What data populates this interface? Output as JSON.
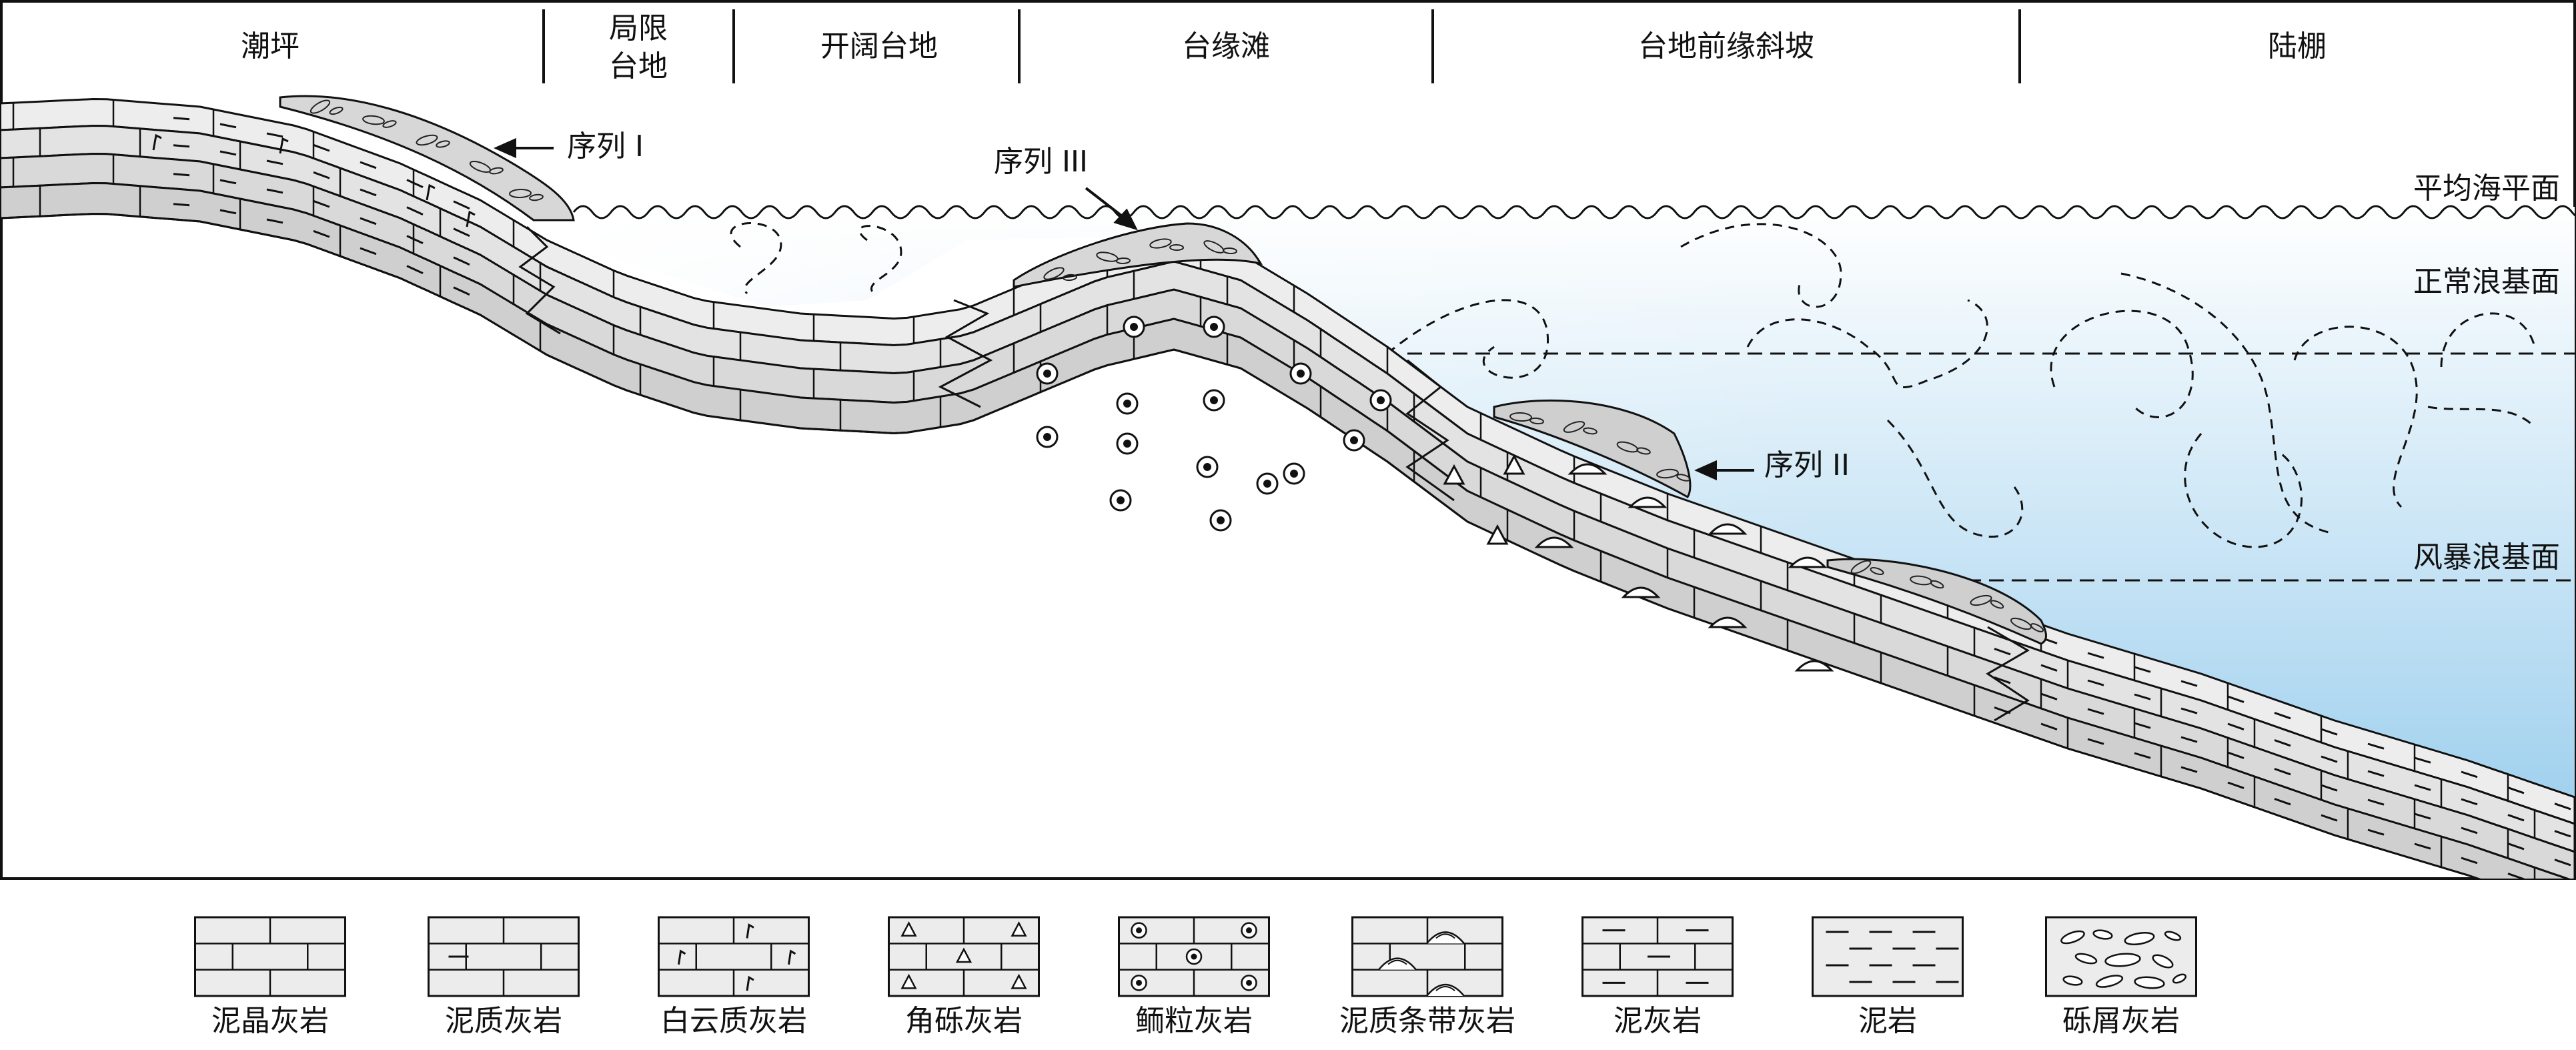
{
  "zones": [
    {
      "label": "潮坪"
    },
    {
      "label_line1": "局限",
      "label_line2": "台地"
    },
    {
      "label": "开阔台地"
    },
    {
      "label": "台缘滩"
    },
    {
      "label": "台地前缘斜坡"
    },
    {
      "label": "陆棚"
    }
  ],
  "levels": {
    "mean_sea_level": "平均海平面",
    "fair_weather_wave_base": "正常浪基面",
    "storm_wave_base": "风暴浪基面"
  },
  "sequences": {
    "seq1": "序列 I",
    "seq2": "序列 II",
    "seq3": "序列 III"
  },
  "legend": [
    {
      "label": "泥晶灰岩",
      "pattern": "micrite-limestone"
    },
    {
      "label": "泥质灰岩",
      "pattern": "argillaceous-limestone"
    },
    {
      "label": "白云质灰岩",
      "pattern": "dolomitic-limestone"
    },
    {
      "label": "角砾灰岩",
      "pattern": "breccia-limestone"
    },
    {
      "label": "鲕粒灰岩",
      "pattern": "oolitic-limestone"
    },
    {
      "label": "泥质条带灰岩",
      "pattern": "argillaceous-banded-limestone"
    },
    {
      "label": "泥灰岩",
      "pattern": "marl"
    },
    {
      "label": "泥岩",
      "pattern": "mudstone"
    },
    {
      "label": "砾屑灰岩",
      "pattern": "intraclast-limestone"
    }
  ],
  "colors": {
    "sea_top": "#ffffff",
    "sea_bottom": "#a7d4ef",
    "layer_light": "#ececec",
    "layer_mid": "#dcdcdc",
    "layer_dark": "#cccccc",
    "line": "#111111"
  }
}
